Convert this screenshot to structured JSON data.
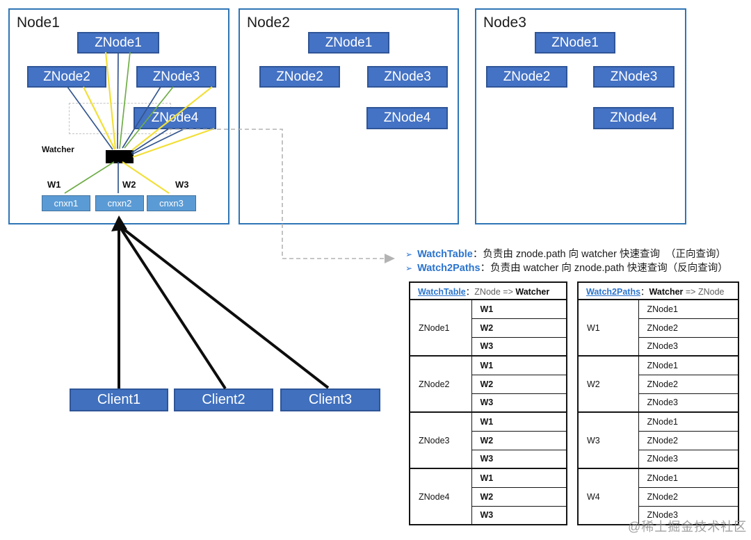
{
  "colors": {
    "box-blue": "#4472C4",
    "box-blue-border": "#2F5597",
    "node-border": "#2E75B6",
    "cnxn-blue": "#5B9BD5",
    "cnxn-border": "#41719C",
    "client-blue": "#4070BE",
    "navy": "#34568F",
    "green": "#6FAD47",
    "yellow": "#F2DF3A",
    "link-blue": "#2B74CE",
    "dash-gray": "#B3B3B3"
  },
  "icons": {
    "bullet": "➢",
    "watcher_box": "black-rectangle"
  },
  "nodes": [
    {
      "label": "Node1",
      "znodes": [
        "ZNode1",
        "ZNode2",
        "ZNode3",
        "ZNode4"
      ],
      "watcher_label": "Watcher",
      "watch_labels": [
        "W1",
        "W2",
        "W3"
      ],
      "connections": [
        "cnxn1",
        "cnxn2",
        "cnxn3"
      ]
    },
    {
      "label": "Node2",
      "znodes": [
        "ZNode1",
        "ZNode2",
        "ZNode3",
        "ZNode4"
      ]
    },
    {
      "label": "Node3",
      "znodes": [
        "ZNode1",
        "ZNode2",
        "ZNode3",
        "ZNode4"
      ]
    }
  ],
  "clients": [
    "Client1",
    "Client2",
    "Client3"
  ],
  "bullets": [
    {
      "term": "WatchTable",
      "colon": "：",
      "desc": "负责由 znode.path 向 watcher 快速查询  （正向查询）"
    },
    {
      "term": "Watch2Paths",
      "colon": "：",
      "desc": "负责由 watcher 向 znode.path 快速查询（反向查询）"
    }
  ],
  "tables": [
    {
      "header": [
        {
          "t": "WatchTable",
          "s": "link"
        },
        {
          "t": "：",
          "s": "plain"
        },
        {
          "t": "ZNode",
          "s": "muted"
        },
        {
          "t": " => ",
          "s": "arrow"
        },
        {
          "t": "Watcher",
          "s": "bold"
        }
      ],
      "value_bold": true,
      "groups": [
        {
          "key": "ZNode1",
          "values": [
            "W1",
            "W2",
            "W3"
          ]
        },
        {
          "key": "ZNode2",
          "values": [
            "W1",
            "W2",
            "W3"
          ]
        },
        {
          "key": "ZNode3",
          "values": [
            "W1",
            "W2",
            "W3"
          ]
        },
        {
          "key": "ZNode4",
          "values": [
            "W1",
            "W2",
            "W3"
          ]
        }
      ]
    },
    {
      "header": [
        {
          "t": "Watch2Paths",
          "s": "link"
        },
        {
          "t": "：",
          "s": "plain"
        },
        {
          "t": "Watcher",
          "s": "bold"
        },
        {
          "t": " => ",
          "s": "arrow"
        },
        {
          "t": "ZNode",
          "s": "muted"
        }
      ],
      "value_bold": false,
      "groups": [
        {
          "key": "W1",
          "values": [
            "ZNode1",
            "ZNode2",
            "ZNode3"
          ]
        },
        {
          "key": "W2",
          "values": [
            "ZNode1",
            "ZNode2",
            "ZNode3"
          ]
        },
        {
          "key": "W3",
          "values": [
            "ZNode1",
            "ZNode2",
            "ZNode3"
          ]
        },
        {
          "key": "W4",
          "values": [
            "ZNode1",
            "ZNode2",
            "ZNode3"
          ]
        }
      ]
    }
  ],
  "watermark": "@稀土掘金技术社区"
}
